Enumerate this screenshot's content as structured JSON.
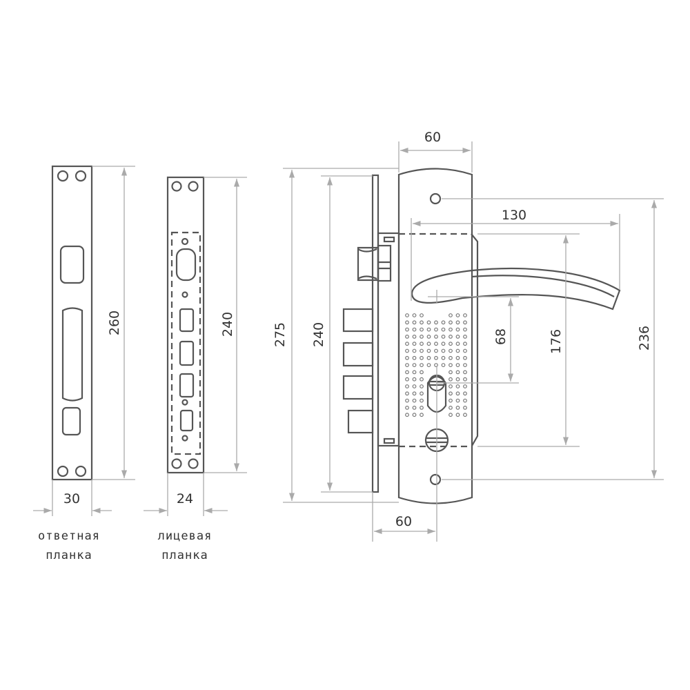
{
  "strike_plate": {
    "height": "260",
    "width": "30",
    "label_line1": "ответная",
    "label_line2": "планка"
  },
  "face_plate": {
    "height": "240",
    "width": "24",
    "label_line1": "лицевая",
    "label_line2": "планка"
  },
  "lock": {
    "escutcheon_width": "60",
    "lever_length": "130",
    "total_height": "275",
    "faceplate_height": "240",
    "handle_to_cylinder": "68",
    "case_height": "176",
    "mount_spacing": "236",
    "backset": "60"
  },
  "colors": {
    "outline": "#555555",
    "dimension": "#aaaaaa"
  }
}
